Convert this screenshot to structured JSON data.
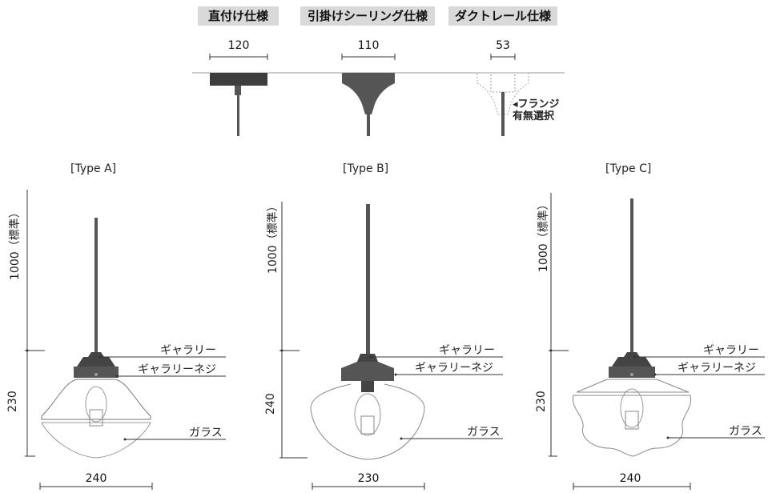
{
  "mounts": [
    {
      "label": "直付け仕様",
      "width": "120"
    },
    {
      "label": "引掛けシーリング仕様",
      "width": "110"
    },
    {
      "label": "ダクトレール仕様",
      "width": "53"
    }
  ],
  "flange_note": [
    "◂フランジ",
    "有無選択"
  ],
  "types": [
    {
      "title": "[Type A]",
      "cord": "1000（標準）",
      "shade_height": "230",
      "width": "240",
      "parts": [
        "ギャラリー",
        "ギャラリーネジ",
        "ガラス"
      ]
    },
    {
      "title": "[Type B]",
      "cord": "1000（標準）",
      "shade_height": "240",
      "width": "230",
      "parts": [
        "ギャラリー",
        "ギャラリーネジ",
        "ガラス"
      ]
    },
    {
      "title": "[Type C]",
      "cord": "1000（標準）",
      "shade_height": "230",
      "width": "240",
      "parts": [
        "ギャラリー",
        "ギャラリーネジ",
        "ガラス"
      ]
    }
  ],
  "colors": {
    "fixture": "#555555",
    "fixture_dark": "#3d3d3d",
    "line": "#333333",
    "tag_bg": "#d9d9d9"
  }
}
